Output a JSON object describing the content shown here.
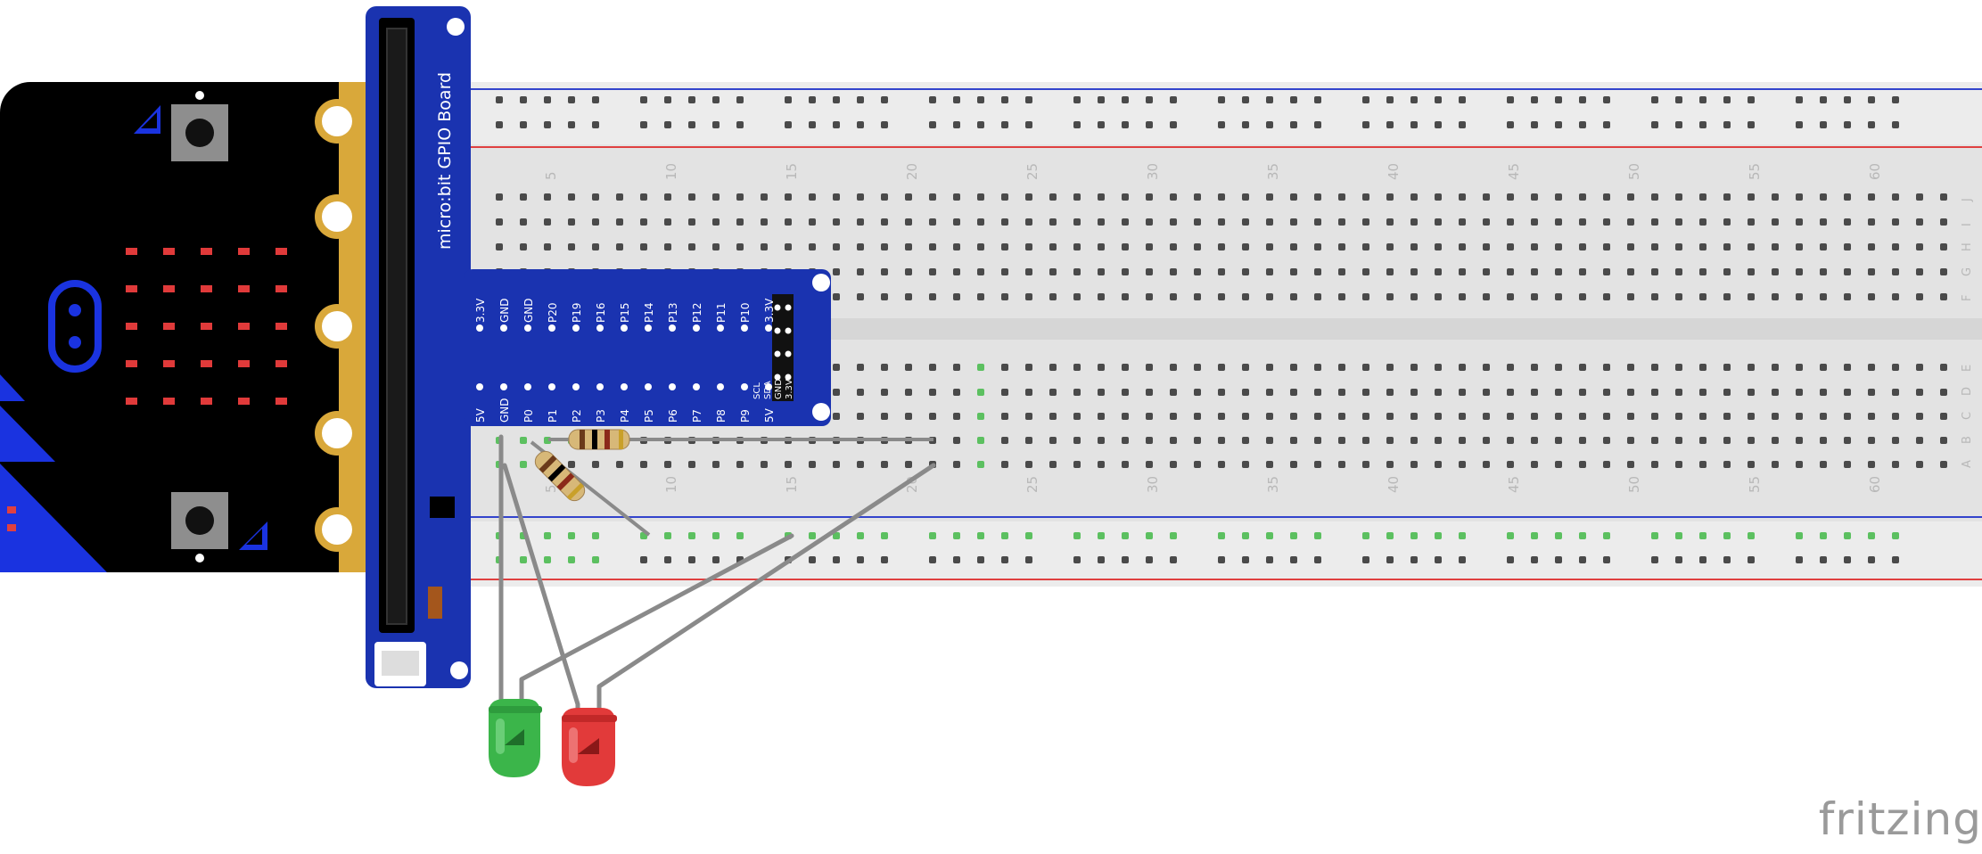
{
  "gpio_board": {
    "title": "micro:bit GPIO Board"
  },
  "breakout": {
    "top_pins": [
      "3.3V",
      "GND",
      "GND",
      "P20",
      "P19",
      "P16",
      "P15",
      "P14",
      "P13",
      "P12",
      "P11",
      "P10",
      "3.3V"
    ],
    "bottom_pins": [
      "5V",
      "GND",
      "P0",
      "P1",
      "P2",
      "P3",
      "P4",
      "P5",
      "P6",
      "P7",
      "P8",
      "P9",
      "5V"
    ],
    "side_pins": [
      "SCL",
      "SDA",
      "GND",
      "3.3V"
    ]
  },
  "breadboard": {
    "column_numbers": [
      "5",
      "10",
      "15",
      "20",
      "25",
      "30",
      "35",
      "40",
      "45",
      "50",
      "55",
      "60"
    ],
    "row_letters_top": [
      "J",
      "I",
      "H",
      "G",
      "F"
    ],
    "row_letters_bottom": [
      "E",
      "D",
      "C",
      "B",
      "A"
    ]
  },
  "colors": {
    "board_blue": "#1a33b0",
    "microbit_black": "#000000",
    "gold": "#d9a83a",
    "breadboard": "#e3e3e3",
    "wire": "#8a8a8a",
    "led_green": "#3bb54a",
    "led_red": "#e23a3a"
  },
  "watermark": "fritzing"
}
